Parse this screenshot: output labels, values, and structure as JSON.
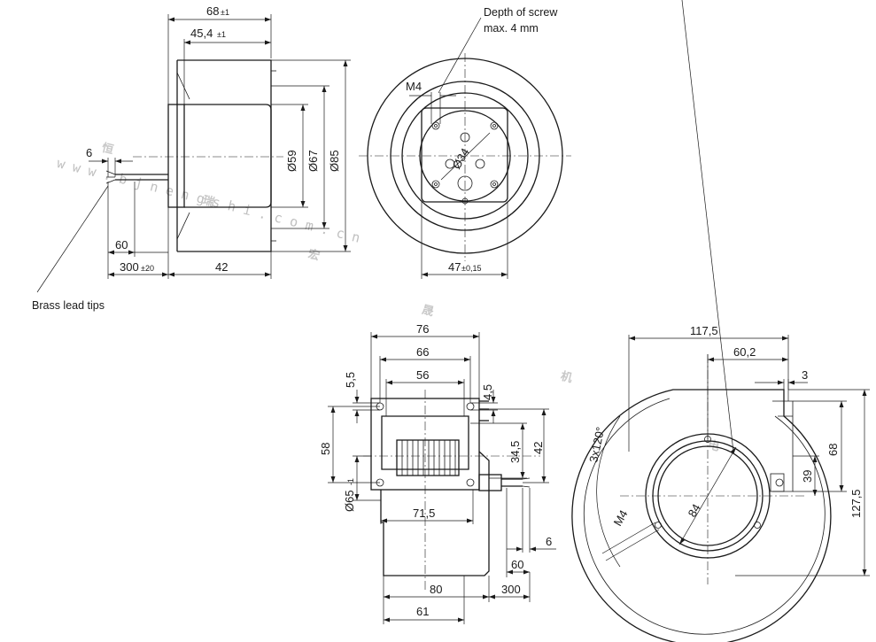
{
  "labels": {
    "d68": "68",
    "tol_d68": "±1",
    "d45_4": "45,4",
    "tol_d45_4": "±1",
    "screw_depth": "Depth of screw",
    "screw_max": "max. 4 mm",
    "m4_front": "M4",
    "d6_side": "6",
    "d60_side": "60",
    "d300_side": "300",
    "tol_d300": "±20",
    "d42_side": "42",
    "d59": "Ø59",
    "d67": "Ø67",
    "d85": "Ø85",
    "d34": "Ø34",
    "d47": "47",
    "tol_d47": "±0,15",
    "brass_leads": "Brass lead tips",
    "d76": "76",
    "d66": "66",
    "d56": "56",
    "d5_5": "5,5",
    "d4_5": "4,5",
    "d58": "58",
    "d34_5": "34,5",
    "d42_top": "42",
    "d65": "Ø65",
    "tol_d65": "-1",
    "d71_5": "71,5",
    "d6_bot": "6",
    "d60_bot": "60",
    "d80": "80",
    "d300_bot": "300",
    "d61": "61",
    "d117_5": "117,5",
    "d60_2": "60,2",
    "d3": "3",
    "d3x120": "3x120°",
    "d68_right": "68",
    "d39": "39",
    "d127_5": "127,5",
    "d84": "84",
    "m4_right": "M4"
  },
  "watermark": {
    "chars": [
      "恒",
      "瑞",
      "宏",
      "晟",
      "机",
      "电"
    ],
    "url": "w w w . b j n e n g s h i . c o m . c n",
    "color": "#c8c8c8"
  }
}
